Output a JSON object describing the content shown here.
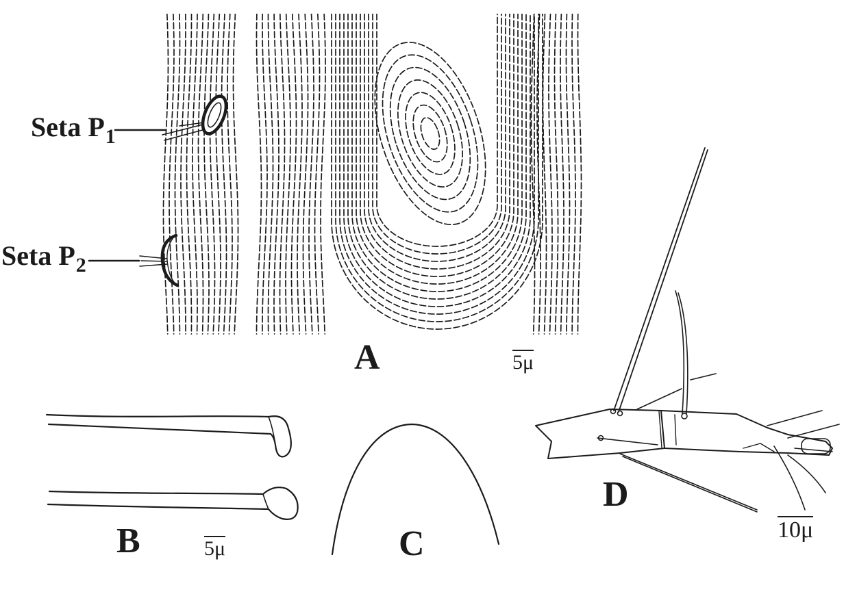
{
  "figure": {
    "panel_a": {
      "label": "A",
      "scale_bar": "5μ",
      "setae": [
        {
          "label": "Seta P",
          "subscript": "1"
        },
        {
          "label": "Seta P",
          "subscript": "2"
        }
      ]
    },
    "panel_b": {
      "label": "B",
      "scale_bar": "5μ"
    },
    "panel_c": {
      "label": "C"
    },
    "panel_d": {
      "label": "D",
      "scale_bar": "10μ"
    }
  },
  "colors": {
    "ink": "#1b1b1b",
    "background": "#ffffff"
  }
}
